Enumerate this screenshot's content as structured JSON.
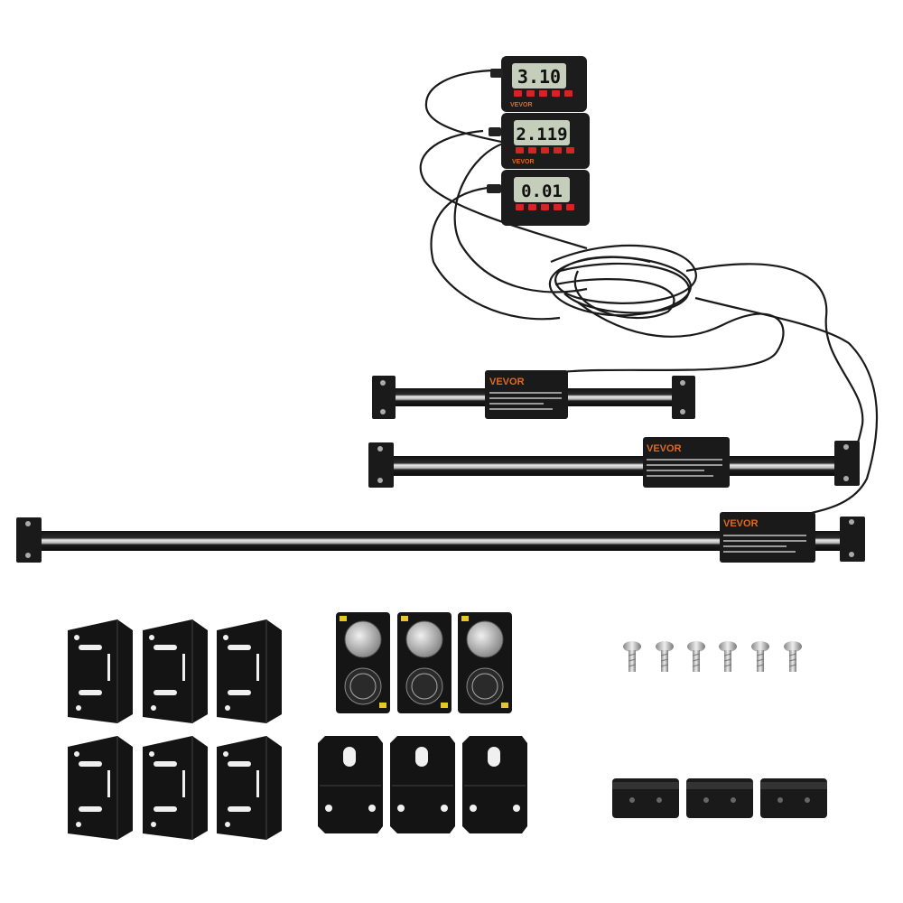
{
  "product": {
    "brand": "VEVOR",
    "colors": {
      "body": "#1a1a1a",
      "accent": "#e06a1f",
      "button": "#d62424",
      "lcd": "#bfc9b8",
      "rail": "#d8d8d8"
    }
  },
  "displays": [
    {
      "reading": "3.10"
    },
    {
      "reading": "2.119"
    },
    {
      "reading": "0.01"
    }
  ],
  "scales": [
    {
      "brand": "VEVOR"
    },
    {
      "brand": "VEVOR"
    },
    {
      "brand": "VEVOR"
    }
  ],
  "accessories": {
    "l_brackets": 6,
    "battery_packs": 3,
    "flat_brackets": 3,
    "screws": 6,
    "clamp_blocks": 3
  }
}
